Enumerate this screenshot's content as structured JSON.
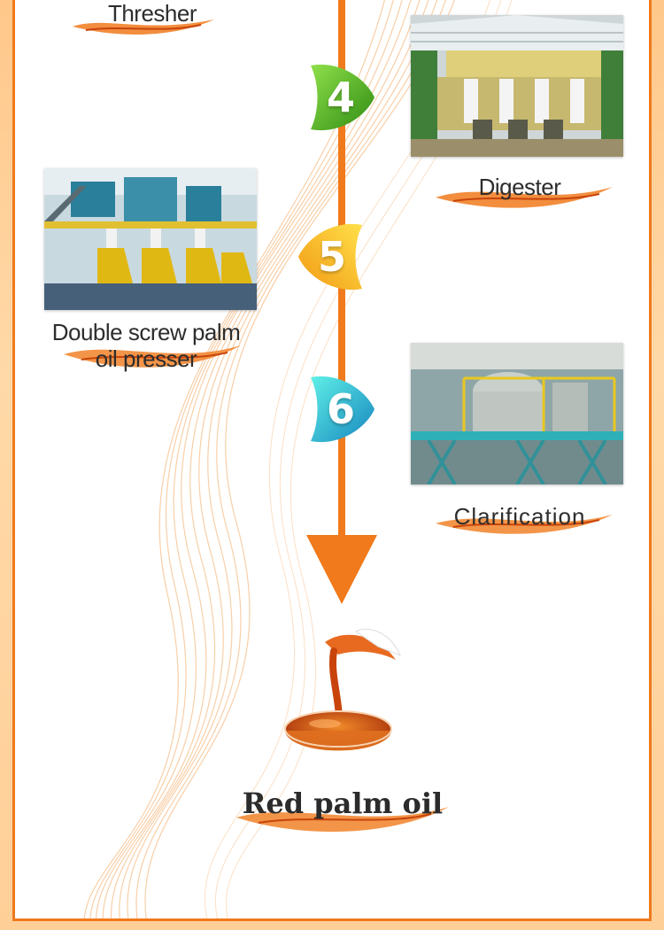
{
  "steps": [
    {
      "name": "Thresher"
    },
    {
      "number": "4",
      "name": "Digester",
      "color_light": "#7fd13b",
      "color_dark": "#3e9a1a"
    },
    {
      "number": "5",
      "name": "Double screw palm oil presser",
      "color_light": "#ffd23a",
      "color_dark": "#f0a418"
    },
    {
      "number": "6",
      "name": "Clarification",
      "color_light": "#4fe0e0",
      "color_dark": "#1a9bc0"
    }
  ],
  "final": {
    "name": "Red palm oil"
  },
  "colors": {
    "accent": "#f07a1c",
    "oil": "#c8440a",
    "label": "#2d2d2d"
  },
  "icons": [
    "oil-splash-icon",
    "oil-bowl-icon",
    "down-arrow-icon"
  ]
}
